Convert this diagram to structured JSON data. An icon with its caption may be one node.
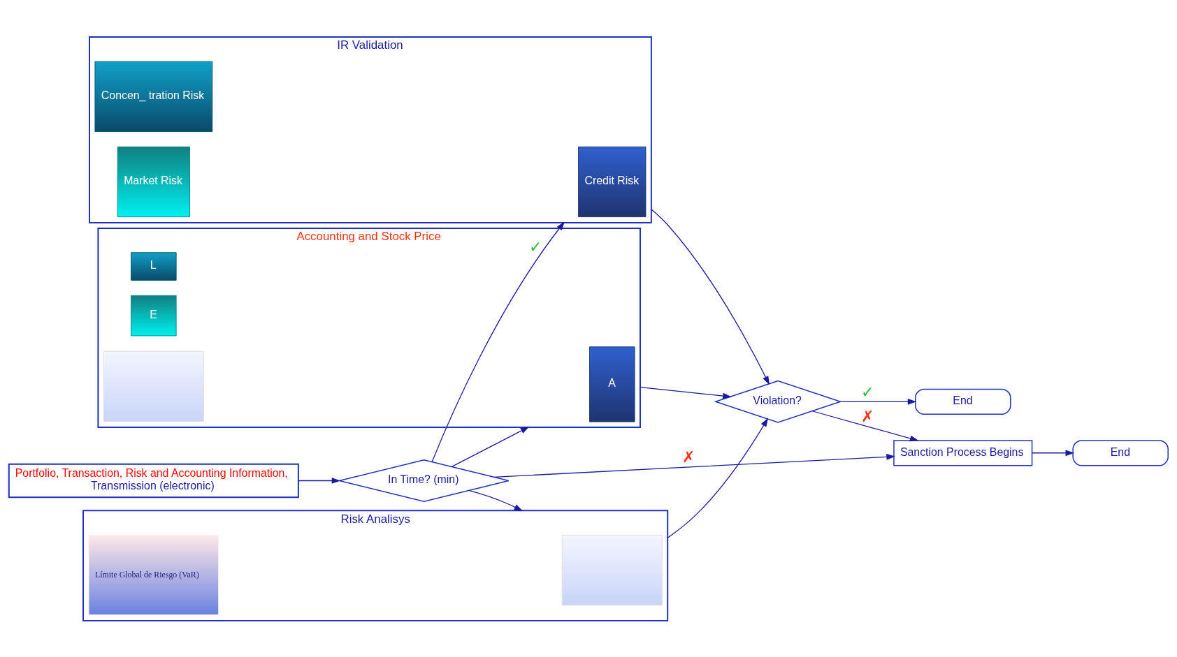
{
  "diagram": {
    "nodes": [
      {
        "text": [
          "Portfolio, Transaction, Risk and Accounting Information,",
          "Transmission (electronic)"
        ]
      },
      {
        "text": [
          "In Time? (min)"
        ]
      },
      {
        "text": [
          "IR Validation"
        ]
      },
      {
        "text": [
          "Credit Risk"
        ],
        "in": 2
      },
      {
        "text": [
          "Concen_ tration Risk"
        ],
        "in": 2
      },
      {
        "text": [
          "Market Risk"
        ],
        "in": 2
      },
      {
        "text": [
          "Accounting and Stock Price"
        ]
      },
      {
        "text": [
          "A"
        ],
        "in": 6
      },
      {
        "text": [
          "L"
        ],
        "in": 6
      },
      {
        "text": [
          "E"
        ],
        "in": 6
      },
      {
        "text": [],
        "shape": "picture",
        "in": 6
      },
      {
        "text": [
          "Risk Analisys"
        ]
      },
      {
        "text": [],
        "shape": "picture",
        "in": 11
      },
      {
        "text": [
          "Límite Global de Riesgo (VaR)"
        ],
        "in": 11
      },
      {
        "text": [
          "Violation?"
        ]
      },
      {
        "text": [
          "End"
        ]
      },
      {
        "text": [
          "Sanction Process Begins"
        ]
      },
      {
        "text": [
          "End"
        ]
      }
    ],
    "edges": [
      {
        "from": 0,
        "to": 1,
        "arrow": "to"
      },
      {
        "from": 1,
        "to": 2,
        "arrow": "to",
        "label": "✓"
      },
      {
        "from": 1,
        "to": 6,
        "arrow": "to"
      },
      {
        "from": 1,
        "to": 11,
        "arrow": "to"
      },
      {
        "from": 1,
        "to": 16,
        "arrow": "to",
        "label": "✗"
      },
      {
        "from": 2,
        "to": 14,
        "arrow": "to"
      },
      {
        "from": 6,
        "to": 14,
        "arrow": "to"
      },
      {
        "from": 11,
        "to": 14,
        "arrow": "to"
      },
      {
        "from": 14,
        "to": 15,
        "arrow": "to",
        "label": "✓"
      },
      {
        "from": 14,
        "to": 16,
        "arrow": "to",
        "label": "✗"
      },
      {
        "from": 16,
        "to": 17,
        "arrow": "to"
      }
    ]
  }
}
